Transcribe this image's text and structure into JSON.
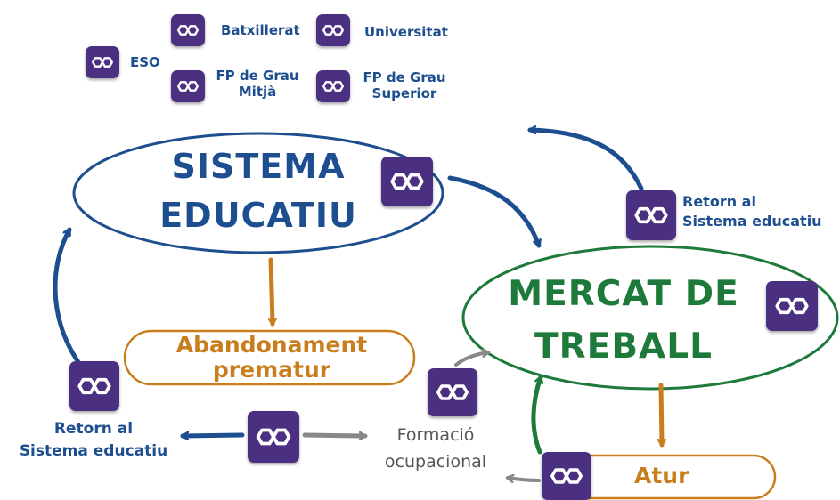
{
  "levels": {
    "eso": "ESO",
    "batxillerat": "Batxillerat",
    "universitat": "Universitat",
    "fp_mitja": [
      "FP de Grau",
      "Mitjà"
    ],
    "fp_superior": [
      "FP de Grau",
      "Superior"
    ]
  },
  "sistema": [
    "SISTEMA",
    "EDUCATIU"
  ],
  "mercat": [
    "MERCAT DE",
    "TREBALL"
  ],
  "abandonament": [
    "Abandonament",
    "prematur"
  ],
  "atur": "Atur",
  "formacio": [
    "Formació",
    "ocupacional"
  ],
  "retorn_left": [
    "Retorn al",
    "Sistema educatiu"
  ],
  "retorn_right": [
    "Retorn al",
    "Sistema educatiu"
  ],
  "colors": {
    "blue": "#1d4e8f",
    "green": "#1e7a3a",
    "orange": "#c97d1c",
    "grey": "#777777",
    "icon_bg": "#4b3081"
  },
  "icon_name": "hexagon-molecule-icon"
}
